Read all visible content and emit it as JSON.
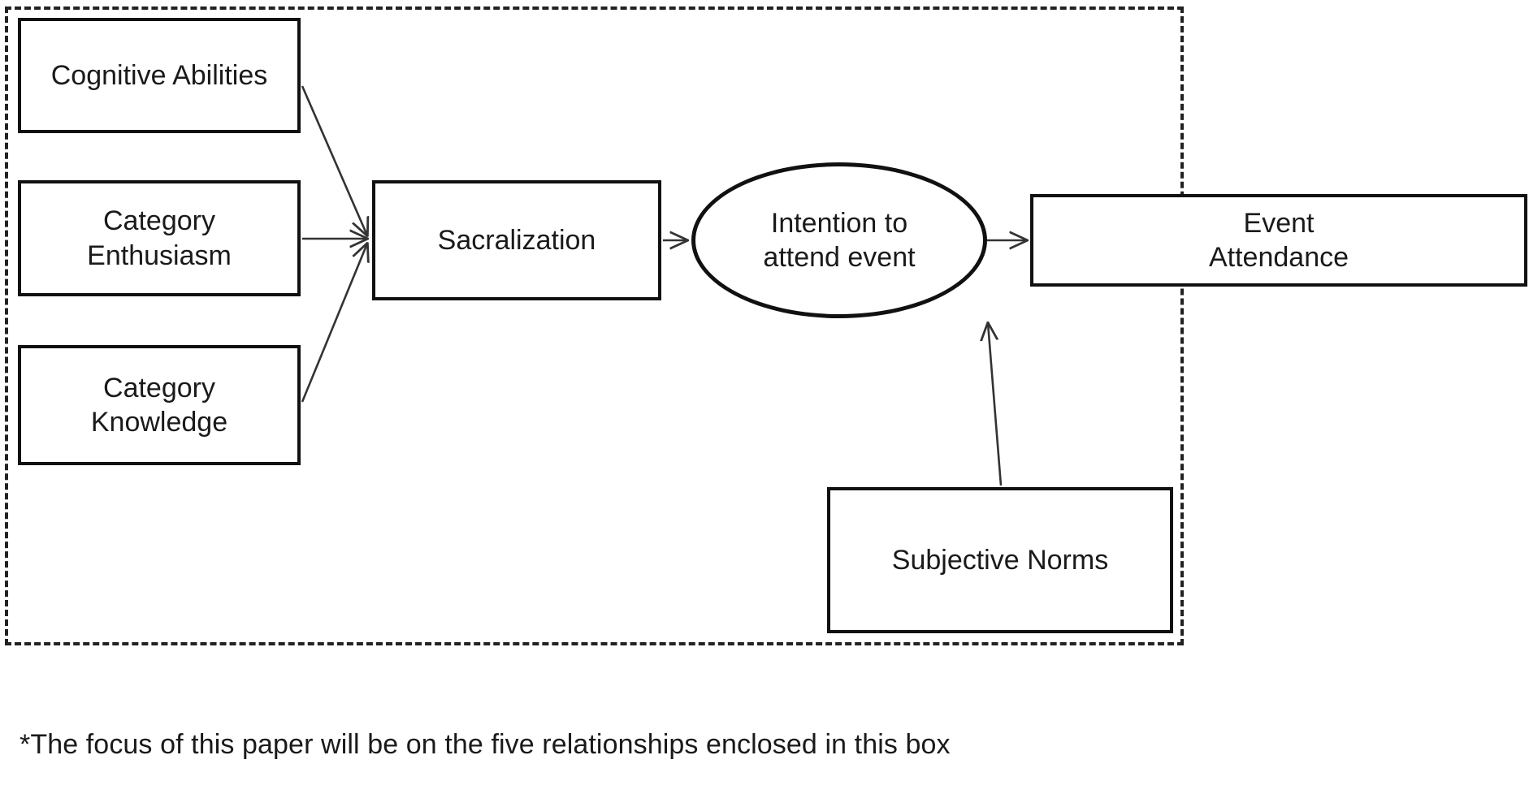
{
  "diagram": {
    "title_present": false,
    "nodes": [
      {
        "id": "cognitive-abilities",
        "label": "Cognitive Abilities",
        "shape": "rectangle"
      },
      {
        "id": "category-enthusiasm",
        "label": "Category\nEnthusiasm",
        "shape": "rectangle"
      },
      {
        "id": "category-knowledge",
        "label": "Category\nKnowledge",
        "shape": "rectangle"
      },
      {
        "id": "sacralization",
        "label": "Sacralization",
        "shape": "rectangle"
      },
      {
        "id": "intention",
        "label": "Intention to\nattend event",
        "shape": "ellipse"
      },
      {
        "id": "event-attendance",
        "label": "Event\nAttendance",
        "shape": "rectangle"
      },
      {
        "id": "subjective-norms",
        "label": "Subjective Norms",
        "shape": "rectangle"
      }
    ],
    "edges": [
      {
        "from": "cognitive-abilities",
        "to": "sacralization",
        "style": "solid-arrow"
      },
      {
        "from": "category-enthusiasm",
        "to": "sacralization",
        "style": "solid-arrow"
      },
      {
        "from": "category-knowledge",
        "to": "sacralization",
        "style": "solid-arrow"
      },
      {
        "from": "sacralization",
        "to": "intention",
        "style": "solid-arrow"
      },
      {
        "from": "subjective-norms",
        "to": "intention",
        "style": "solid-arrow"
      },
      {
        "from": "intention",
        "to": "event-attendance",
        "style": "solid-arrow"
      }
    ],
    "focus_boundary": {
      "style": "dashed",
      "encloses": [
        "cognitive-abilities",
        "category-enthusiasm",
        "category-knowledge",
        "sacralization",
        "intention",
        "subjective-norms"
      ]
    },
    "footnote": "*The focus of this paper will be on the five relationships enclosed in this box",
    "colors": {
      "node_border": "#111111",
      "boundary_border": "#222222",
      "connector": "#333333",
      "text": "#1a1a1a",
      "background": "#ffffff"
    }
  }
}
